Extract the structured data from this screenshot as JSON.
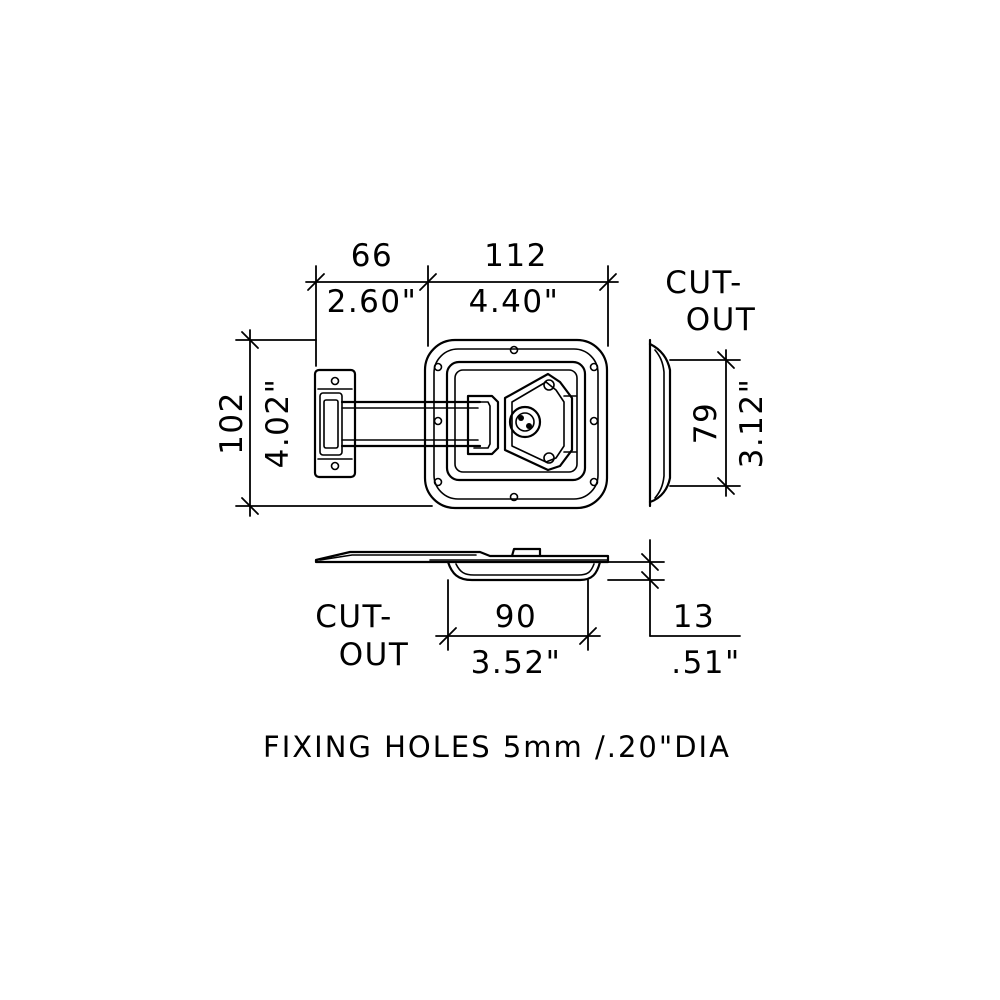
{
  "dimensions": {
    "width_left_mm": "66",
    "width_left_in": "2.60\"",
    "width_right_mm": "112",
    "width_right_in": "4.40\"",
    "height_mm": "102",
    "height_in": "4.02\"",
    "cutout_height_mm": "79",
    "cutout_height_in": "3.12\"",
    "cutout_width_mm": "90",
    "cutout_width_in": "3.52\"",
    "depth_mm": "13",
    "depth_in": ".51\""
  },
  "labels": {
    "cutout_right_line1": "CUT-",
    "cutout_right_line2": "OUT",
    "cutout_bottom_line1": "CUT-",
    "cutout_bottom_line2": "OUT"
  },
  "note": "FIXING HOLES 5mm /.20\"DIA"
}
